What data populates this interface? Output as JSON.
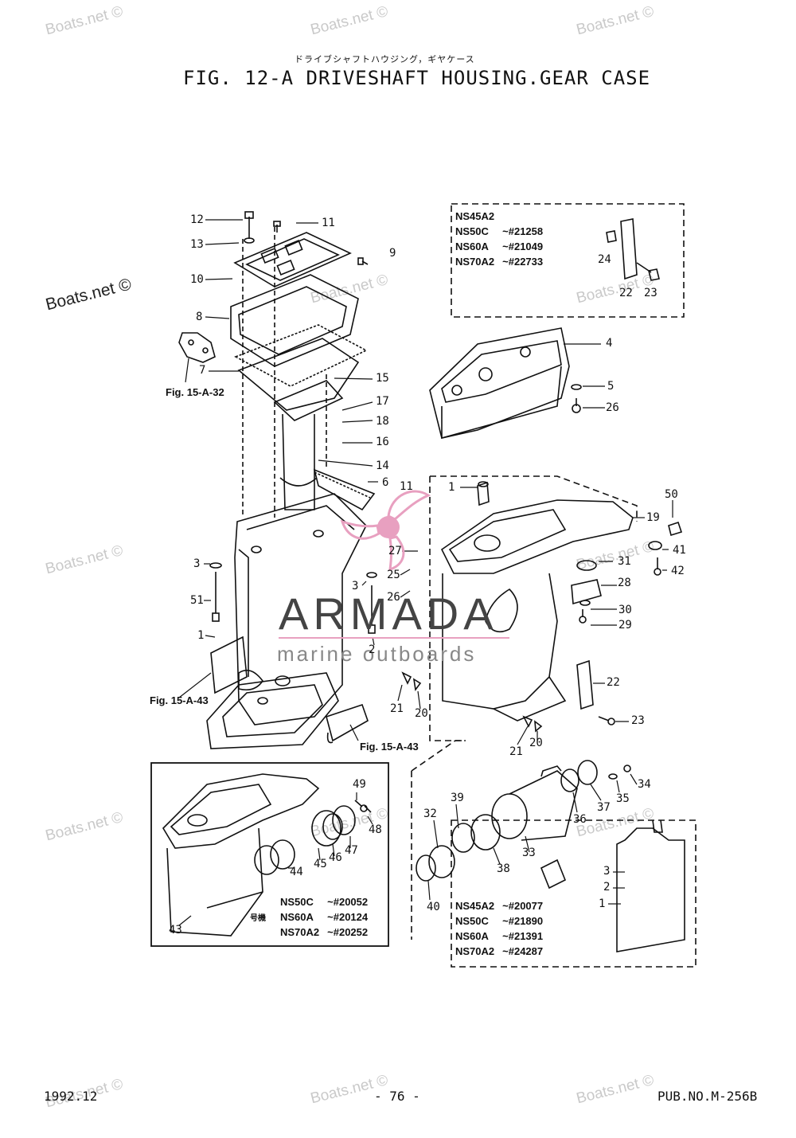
{
  "header": {
    "jp_title": "ドライブシャフトハウジング，ギヤケース",
    "title": "FIG. 12-A DRIVESHAFT HOUSING.GEAR CASE"
  },
  "watermark": {
    "text": "Boats.net ©"
  },
  "brand": {
    "name": "ARMADA",
    "tagline": "marine outboards",
    "colors": {
      "pink": "#e8a0c0",
      "gray": "#555555"
    }
  },
  "refs": {
    "fig_15_a_32": "Fig. 15-A-32",
    "fig_15_a_43_left": "Fig. 15-A-43",
    "fig_15_a_43_bottom": "Fig. 15-A-43"
  },
  "serial_tables": {
    "top_right": {
      "rows": [
        {
          "model": "NS45A2",
          "serial": ""
        },
        {
          "model": "NS50C",
          "serial": "~#21258"
        },
        {
          "model": "NS60A",
          "serial": "~#21049"
        },
        {
          "model": "NS70A2",
          "serial": "~#22733"
        }
      ]
    },
    "bottom_left": {
      "prefix": "号機",
      "rows": [
        {
          "model": "NS50C",
          "serial": "~#20052"
        },
        {
          "model": "NS60A",
          "serial": "~#20124"
        },
        {
          "model": "NS70A2",
          "serial": "~#20252"
        }
      ]
    },
    "bottom_right": {
      "rows": [
        {
          "model": "NS45A2",
          "serial": "~#20077"
        },
        {
          "model": "NS50C",
          "serial": "~#21890"
        },
        {
          "model": "NS60A",
          "serial": "~#21391"
        },
        {
          "model": "NS70A2",
          "serial": "~#24287"
        }
      ]
    }
  },
  "callouts": {
    "c12": "12",
    "c13": "13",
    "c11": "11",
    "c9": "9",
    "c10": "10",
    "c8": "8",
    "c7": "7",
    "c15": "15",
    "c17": "17",
    "c18": "18",
    "c16": "16",
    "c14": "14",
    "c6": "6",
    "c3a": "3",
    "c51": "51",
    "c1a": "1",
    "c3b": "3",
    "c2": "2",
    "c27": "27",
    "c25": "25",
    "c26a": "26",
    "c11b": "11",
    "c21a": "21",
    "c20a": "20",
    "c21b": "21",
    "c20b": "20",
    "c24": "24",
    "c22a": "22",
    "c23a": "23",
    "c4": "4",
    "c5": "5",
    "c26b": "26",
    "c1b": "1",
    "c19": "19",
    "c50": "50",
    "c41": "41",
    "c42": "42",
    "c31": "31",
    "c28": "28",
    "c30": "30",
    "c29": "29",
    "c22b": "22",
    "c23b": "23",
    "c49": "49",
    "c48": "48",
    "c47": "47",
    "c46": "46",
    "c45": "45",
    "c44": "44",
    "c43": "43",
    "c39": "39",
    "c32": "32",
    "c33": "33",
    "c38": "38",
    "c36": "36",
    "c37": "37",
    "c35": "35",
    "c34": "34",
    "c40": "40",
    "c3c": "3",
    "c2c": "2",
    "c1c": "1"
  },
  "footer": {
    "date": "1992.12",
    "page": "- 76 -",
    "pub": "PUB.NO.M-256B"
  }
}
